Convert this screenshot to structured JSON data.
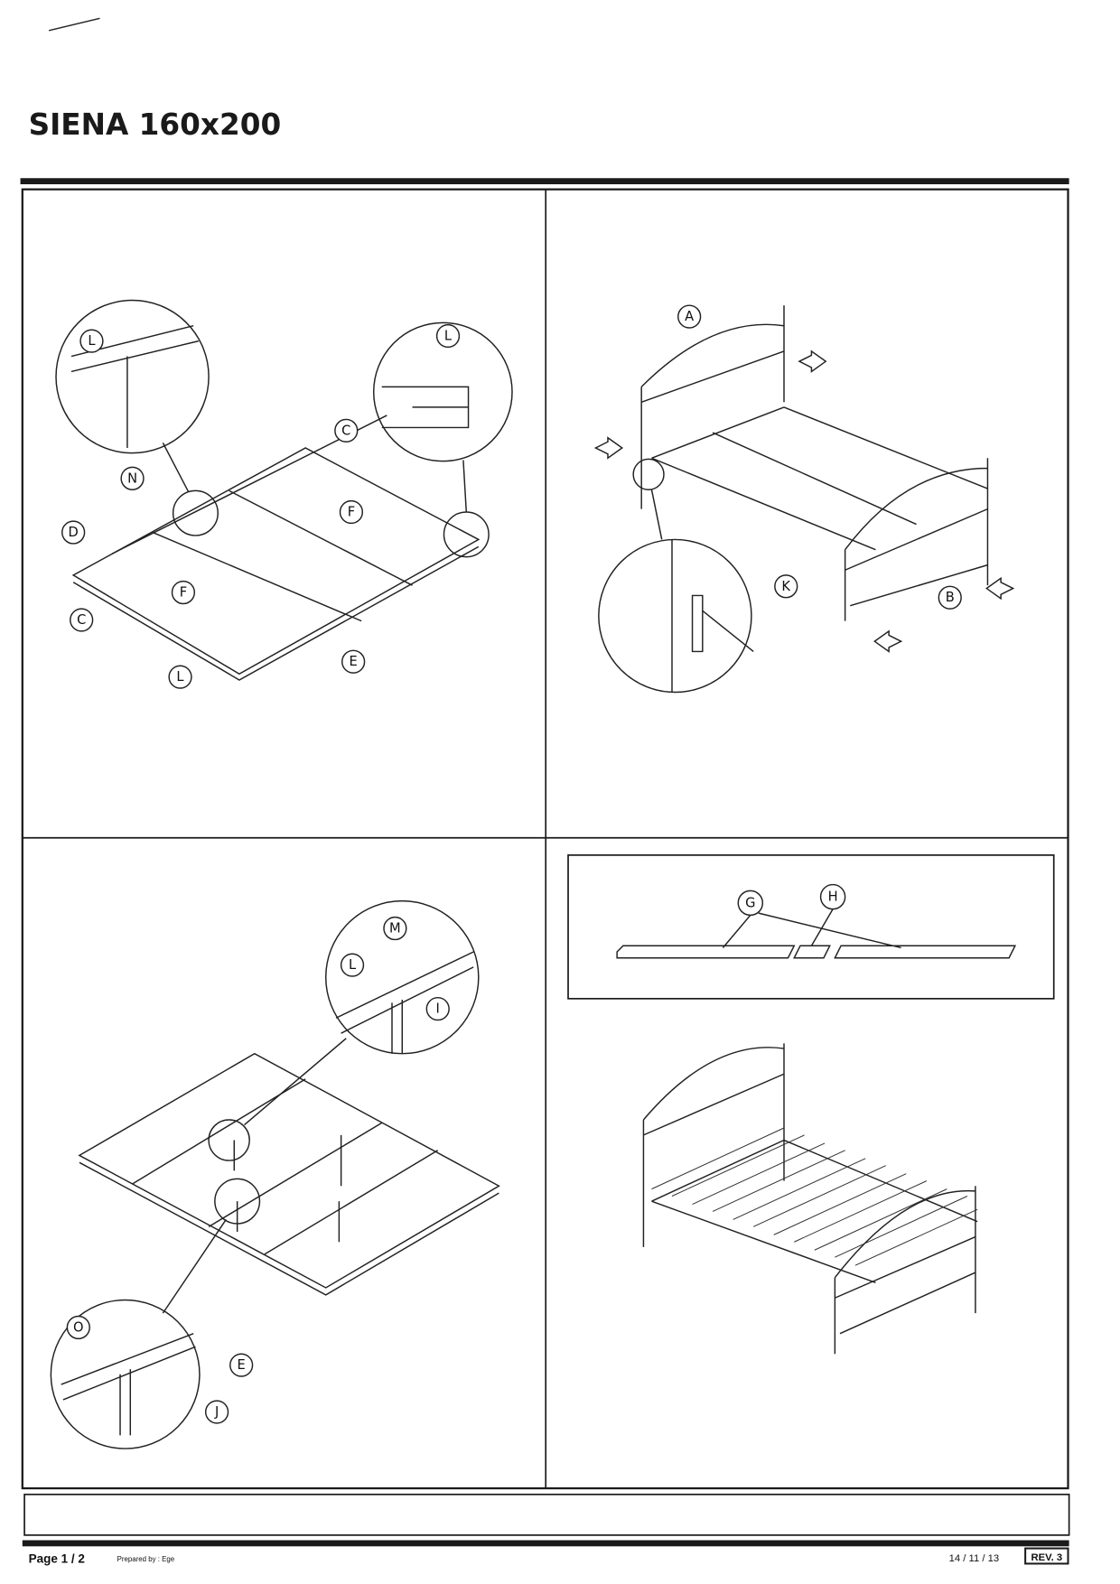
{
  "title": "SIENA 160x200",
  "panels": {
    "frame": {
      "labels": [
        "L",
        "L",
        "C",
        "N",
        "F",
        "D",
        "F",
        "C",
        "L",
        "E"
      ]
    },
    "assembly": {
      "labels": [
        "A",
        "K",
        "B"
      ]
    },
    "legs": {
      "labels": [
        "M",
        "L",
        "I",
        "O",
        "E",
        "J"
      ]
    },
    "slats": {
      "labels": [
        "G",
        "H"
      ]
    }
  },
  "footer": {
    "page": "Page 1 / 2",
    "prepared_by": "Prepared by : Ege",
    "date": "14 / 11 / 13",
    "revision": "REV. 3"
  }
}
